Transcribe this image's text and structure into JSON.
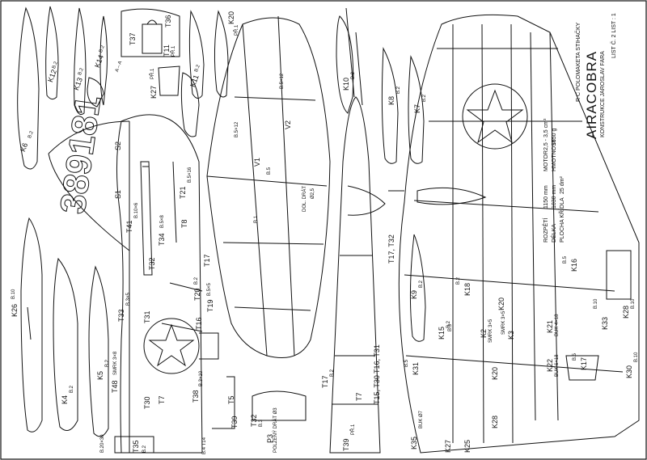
{
  "title_block": {
    "heading": "R C POLOMAKETA STIHAČKY",
    "name": "AIRACOBRA",
    "author": "KONSTRUKCE JAROSLAV FARA",
    "sheet": "LIST Č. 2   LIST : 1",
    "specs": [
      {
        "label": "ROZPĚTÍ",
        "value": "1150 mm",
        "label2": "MOTOR",
        "value2": "2,5 - 3,5 cm³"
      },
      {
        "label": "DÉLKA",
        "value": "1030 mm",
        "label2": "HMOTNOST",
        "value2": "1650 g"
      },
      {
        "label": "PLOCHA KŘÍDLA",
        "value": "25 dm²",
        "label2": "",
        "value2": ""
      }
    ]
  },
  "fuselage_serial": "389181",
  "parts": {
    "k6": "K6",
    "k6m": "B.2",
    "k12": "K12",
    "k12m": "B.2",
    "k13": "K13",
    "k13m": "B.2",
    "k14": "K14",
    "k14m": "B.2",
    "aa": "A – A",
    "t37": "T37",
    "t36": "T36",
    "t11": "T11",
    "t11m": "PŘ.1",
    "k20": "K20",
    "k20m": "PŘ.1",
    "k27": "K27",
    "k27m": "PŘ.1",
    "k11": "K11",
    "k11m": "B.2",
    "k10": "K10",
    "k10m": "B.2",
    "k8": "K8",
    "k8m": "B.2",
    "k7": "K7",
    "k7m": "B.2",
    "k9": "K9",
    "k9m": "B.2",
    "k26": "K26",
    "k26m": "B.10",
    "k4": "K4",
    "k4m": "B.2",
    "k5": "K5",
    "k5m": "B.2",
    "b2030": "B.20×30",
    "s1": "S1",
    "s2": "S2",
    "t41": "T41",
    "t41m": "B.10×6",
    "t34": "T34",
    "t34m": "B.5×8",
    "t32": "T32",
    "t21": "T21",
    "t21m": "B.5×16",
    "t8": "T8",
    "t17": "T17",
    "t20": "T20",
    "t20m": "B.2",
    "t19": "T19",
    "t19m": "B.5×5",
    "t16": "T16",
    "t33": "T33",
    "t33m": "B.3×5",
    "t31": "T31",
    "t48": "T48",
    "t48m": "SMRK 3×8",
    "t30": "T30",
    "t7": "T7",
    "t38": "T38",
    "t38m": "B.3×10",
    "t5": "T5",
    "t39": "T39",
    "t35": "T35",
    "t35m": "B.2",
    "b4t14": "B.4  T14",
    "t32b": "T32",
    "t32bm": "B.3",
    "p3": "P3",
    "p3m": "POLŽENÝ DRÁT Ø3",
    "t17b": "T17",
    "t17bm": "B.2",
    "v1": "V1",
    "v2": "V2",
    "dolnidrat": "DOL. DRÁT",
    "dolnidratm": "Ø2,5",
    "b5x12": "B.5×12",
    "b5x12b": "B.5×12",
    "b5": "B.5",
    "b1": "B.1",
    "t17t32": "T17, T32",
    "t16t31": "T16, T31",
    "t15t30": "T15, T30",
    "t7b": "T7",
    "t39b": "T39",
    "t39bm": "PŘ.1",
    "k16": "K16",
    "k16m": "B.5",
    "k18": "K18",
    "k18m": "B.2",
    "k20b": "K20",
    "k15": "K15",
    "k15m": "B.2",
    "k2": "K2",
    "k2m": "SMRK 3×5",
    "k3": "K3",
    "k3m": "SMRK 3×5",
    "k21": "K21",
    "k21m": "BUK 4×18",
    "k22": "K22",
    "k22m": "BUK 6×18",
    "k17": "K17",
    "k17m": "B.5",
    "k31": "K31",
    "k31m": "B.5",
    "k35": "K35",
    "k35m": "BUK Ø7",
    "k27b": "K27",
    "k25": "K25",
    "k28": "K28",
    "k28m": "B.10",
    "k33": "K33",
    "k33m": "B.10",
    "k30": "K30",
    "k30m": "B.10",
    "k20c": "K20",
    "b3": "B.3"
  }
}
